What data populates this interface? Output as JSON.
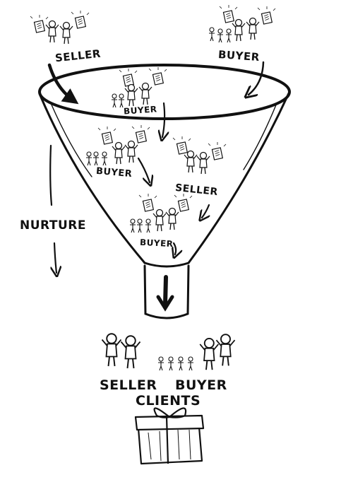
{
  "labels": {
    "seller_top": "SELLER",
    "buyer_top": "BUYER",
    "buyer_funnel_1": "BUYER",
    "buyer_funnel_2": "BUYER",
    "seller_funnel": "SELLER",
    "buyer_funnel_3": "BUYER",
    "nurture": "NURTURE",
    "seller_bottom": "SELLER",
    "buyer_bottom": "BUYER",
    "clients": "CLIENTS"
  },
  "colors": {
    "ink": "#111111",
    "background": "#ffffff"
  }
}
